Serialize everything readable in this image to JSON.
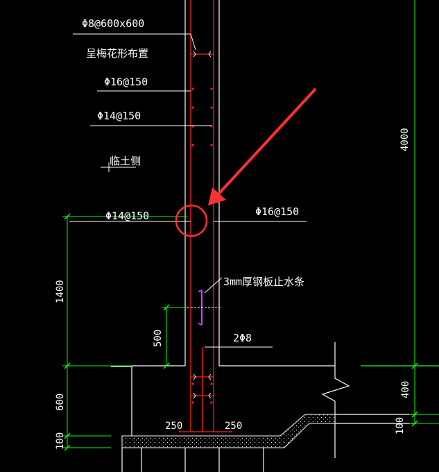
{
  "labels": {
    "bar_grid": "Φ8@600x600",
    "grid_note": "呈梅花形布置",
    "left_vert_bar": "Φ16@150",
    "left_horiz_bar": "Φ14@150",
    "soil_side": "临土侧",
    "callout_left": "Φ14@150",
    "callout_right": "Φ16@150",
    "waterstop": "3mm厚钢板止水条",
    "bottom_bars": "2Φ8"
  },
  "dimensions": {
    "wall_height": "4000",
    "left_1400": "1400",
    "left_500": "500",
    "left_600": "600",
    "left_100": "100",
    "right_400": "400",
    "right_100": "100",
    "base_left_250": "250",
    "base_right_250": "250"
  },
  "colors": {
    "background": "#000000",
    "rebar": "#ff2020",
    "dimension": "#00ff00",
    "leader": "#ffffff",
    "waterstop": "#d040ff",
    "arrow": "#ff3030"
  }
}
